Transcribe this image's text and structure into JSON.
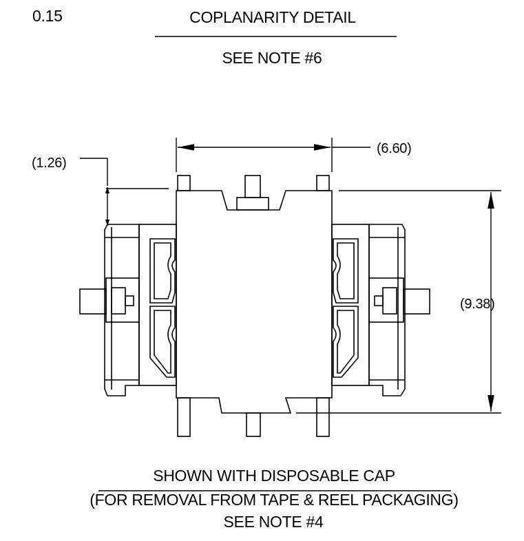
{
  "header": {
    "coplanarity_value": "0.15",
    "title": "COPLANARITY DETAIL",
    "note": "SEE NOTE #6"
  },
  "dimensions": {
    "dim_a": "(1.26)",
    "dim_b": "(6.60)",
    "dim_c": "(9.38)"
  },
  "caption": {
    "line1": "SHOWN WITH DISPOSABLE CAP",
    "line2": "(FOR REMOVAL FROM TAPE & REEL PACKAGING)",
    "line3": "SEE NOTE #4"
  }
}
